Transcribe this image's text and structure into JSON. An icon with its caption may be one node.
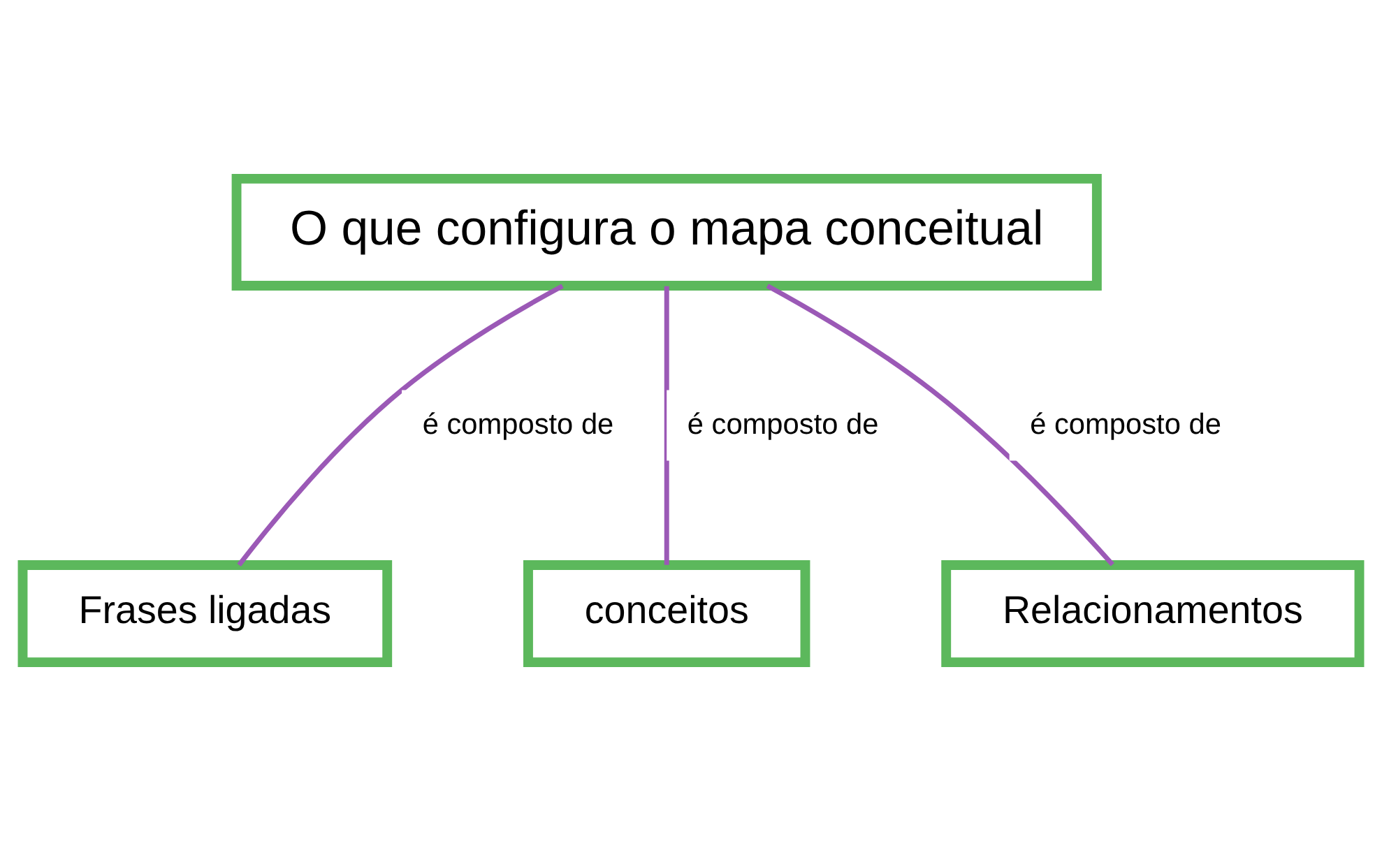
{
  "diagram": {
    "nodes": [
      {
        "text": [
          "O que configura o mapa conceitual"
        ]
      },
      {
        "text": [
          "Frases ligadas"
        ]
      },
      {
        "text": [
          "conceitos"
        ]
      },
      {
        "text": [
          "Relacionamentos"
        ]
      }
    ],
    "edges": [
      {
        "from": 0,
        "to": 1,
        "arrow": "none",
        "label": "é composto de"
      },
      {
        "from": 0,
        "to": 2,
        "arrow": "none",
        "label": "é composto de"
      },
      {
        "from": 0,
        "to": 3,
        "arrow": "none",
        "label": "é composto de"
      }
    ]
  }
}
